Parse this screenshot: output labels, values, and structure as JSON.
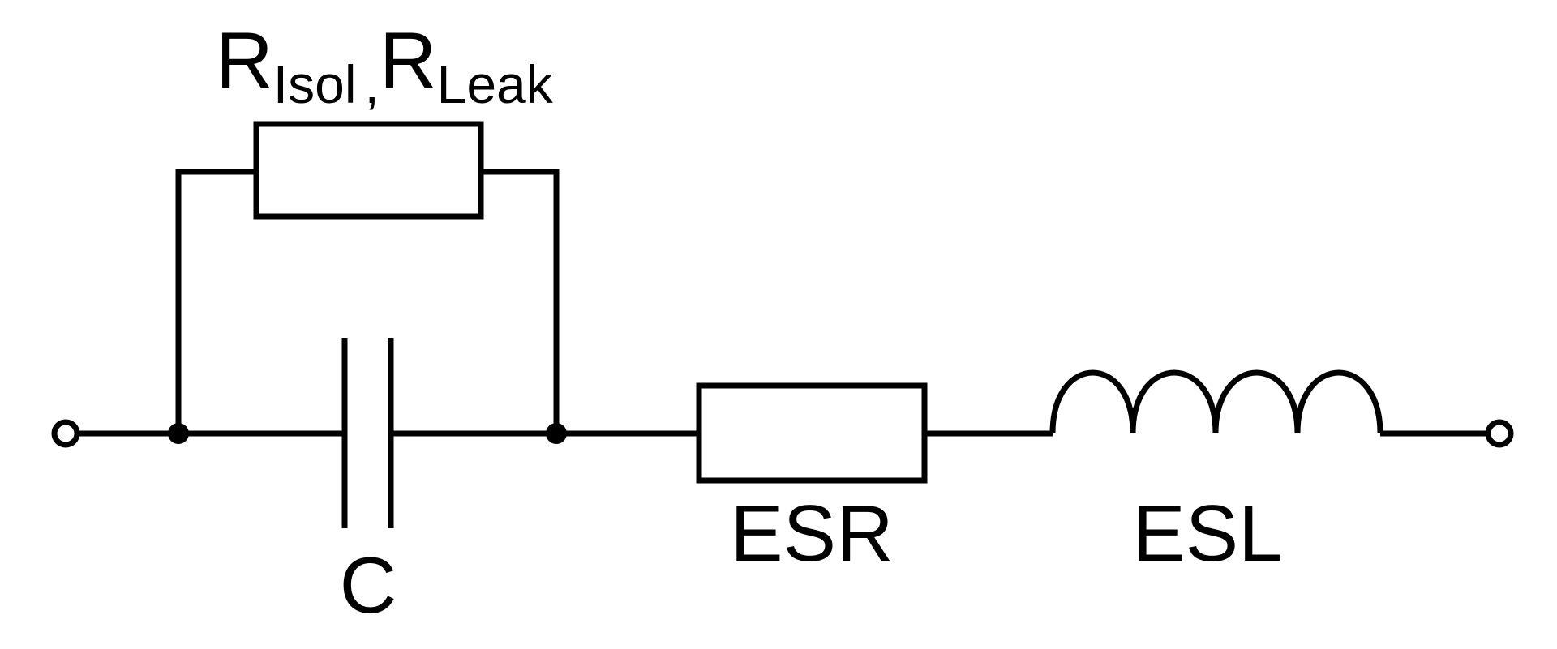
{
  "labels": {
    "r_isol_main": "R",
    "r_isol_sub": "Isol",
    "separator": ",",
    "r_leak_main": "R",
    "r_leak_sub": "Leak",
    "capacitor": "C",
    "esr": "ESR",
    "esl": "ESL"
  },
  "colors": {
    "stroke": "#000000",
    "background": "#ffffff"
  }
}
